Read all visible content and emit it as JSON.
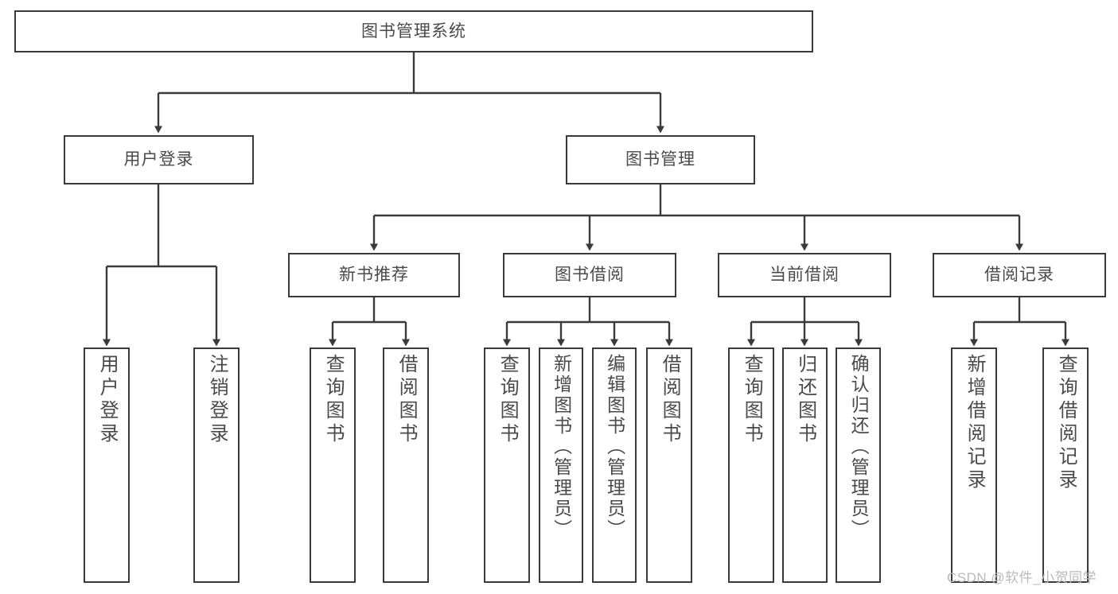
{
  "diagram": {
    "type": "hierarchy-tree",
    "title": "图书管理系统",
    "root": {
      "id": "root",
      "label": "图书管理系统"
    },
    "level2": [
      {
        "id": "user-login",
        "label": "用户登录"
      },
      {
        "id": "book-manage",
        "label": "图书管理"
      }
    ],
    "level3": [
      {
        "id": "new-book-rec",
        "label": "新书推荐"
      },
      {
        "id": "book-borrow",
        "label": "图书借阅"
      },
      {
        "id": "current-borrow",
        "label": "当前借阅"
      },
      {
        "id": "borrow-record",
        "label": "借阅记录"
      }
    ],
    "leaves": {
      "user_login": [
        {
          "id": "leaf-user-login",
          "label": "用户登录"
        },
        {
          "id": "leaf-user-logout",
          "label": "注销登录"
        }
      ],
      "new_book_rec": [
        {
          "id": "leaf-query-book-1",
          "label": "查询图书"
        },
        {
          "id": "leaf-borrow-book-1",
          "label": "借阅图书"
        }
      ],
      "book_borrow": [
        {
          "id": "leaf-query-book-2",
          "label": "查询图书"
        },
        {
          "id": "leaf-add-book",
          "label": "新增图书（管理员）"
        },
        {
          "id": "leaf-edit-book",
          "label": "编辑图书（管理员）"
        },
        {
          "id": "leaf-borrow-book-2",
          "label": "借阅图书"
        }
      ],
      "current_borrow": [
        {
          "id": "leaf-query-book-3",
          "label": "查询图书"
        },
        {
          "id": "leaf-return-book",
          "label": "归还图书"
        },
        {
          "id": "leaf-confirm-return",
          "label": "确认归还（管理员）"
        }
      ],
      "borrow_record": [
        {
          "id": "leaf-add-record",
          "label": "新增借阅记录"
        },
        {
          "id": "leaf-query-record",
          "label": "查询借阅记录"
        }
      ]
    }
  },
  "watermark": {
    "text": "CSDN @软件_小贺同学"
  },
  "colors": {
    "stroke": "#3a3a3a",
    "text": "#4a4a4a",
    "background": "#ffffff",
    "watermark": "#b9b9b9"
  }
}
